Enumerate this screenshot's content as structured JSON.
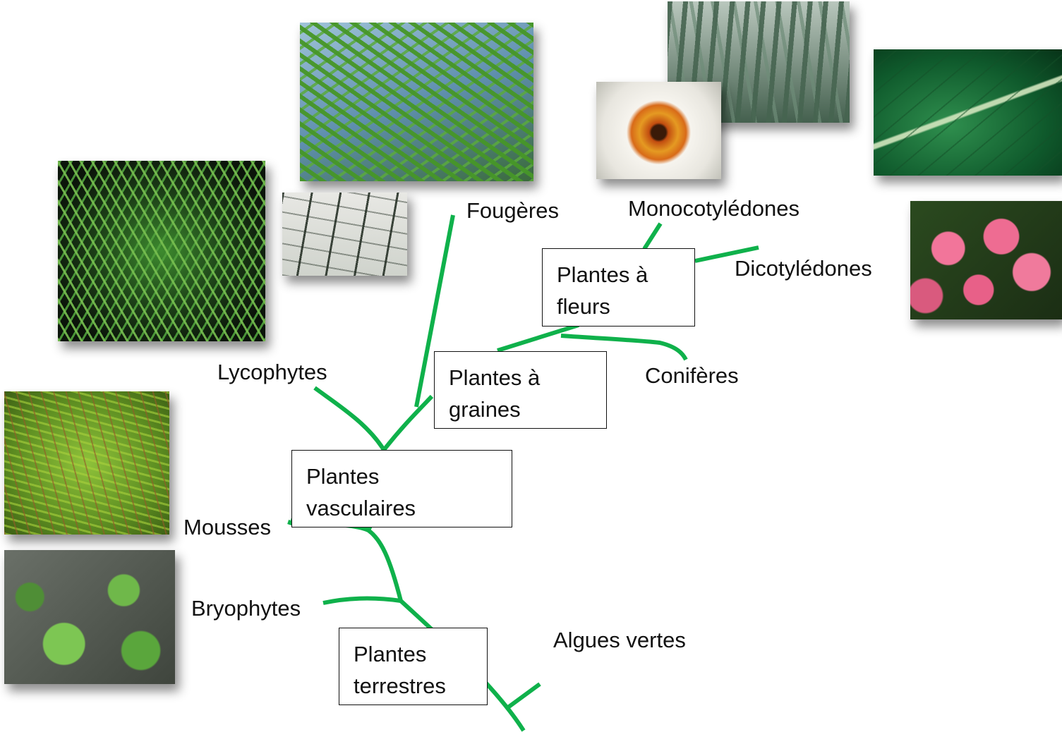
{
  "labels": {
    "fougeres": "Fougères",
    "monocotyledones": "Monocotylédones",
    "dicotyledones": "Dicotylédones",
    "lycophytes": "Lycophytes",
    "coniferes": "Conifères",
    "mousses": "Mousses",
    "bryophytes": "Bryophytes",
    "algues_vertes": "Algues vertes"
  },
  "boxes": {
    "plantes_fleurs": [
      "Plantes à",
      "fleurs"
    ],
    "plantes_graines": [
      "Plantes à",
      "graines"
    ],
    "plantes_vasculaires": [
      "Plantes",
      "vasculaires"
    ],
    "plantes_terrestres": [
      "Plantes",
      "terrestres"
    ]
  },
  "colors": {
    "branch": "#0fb14b",
    "box_border": "#111111"
  }
}
